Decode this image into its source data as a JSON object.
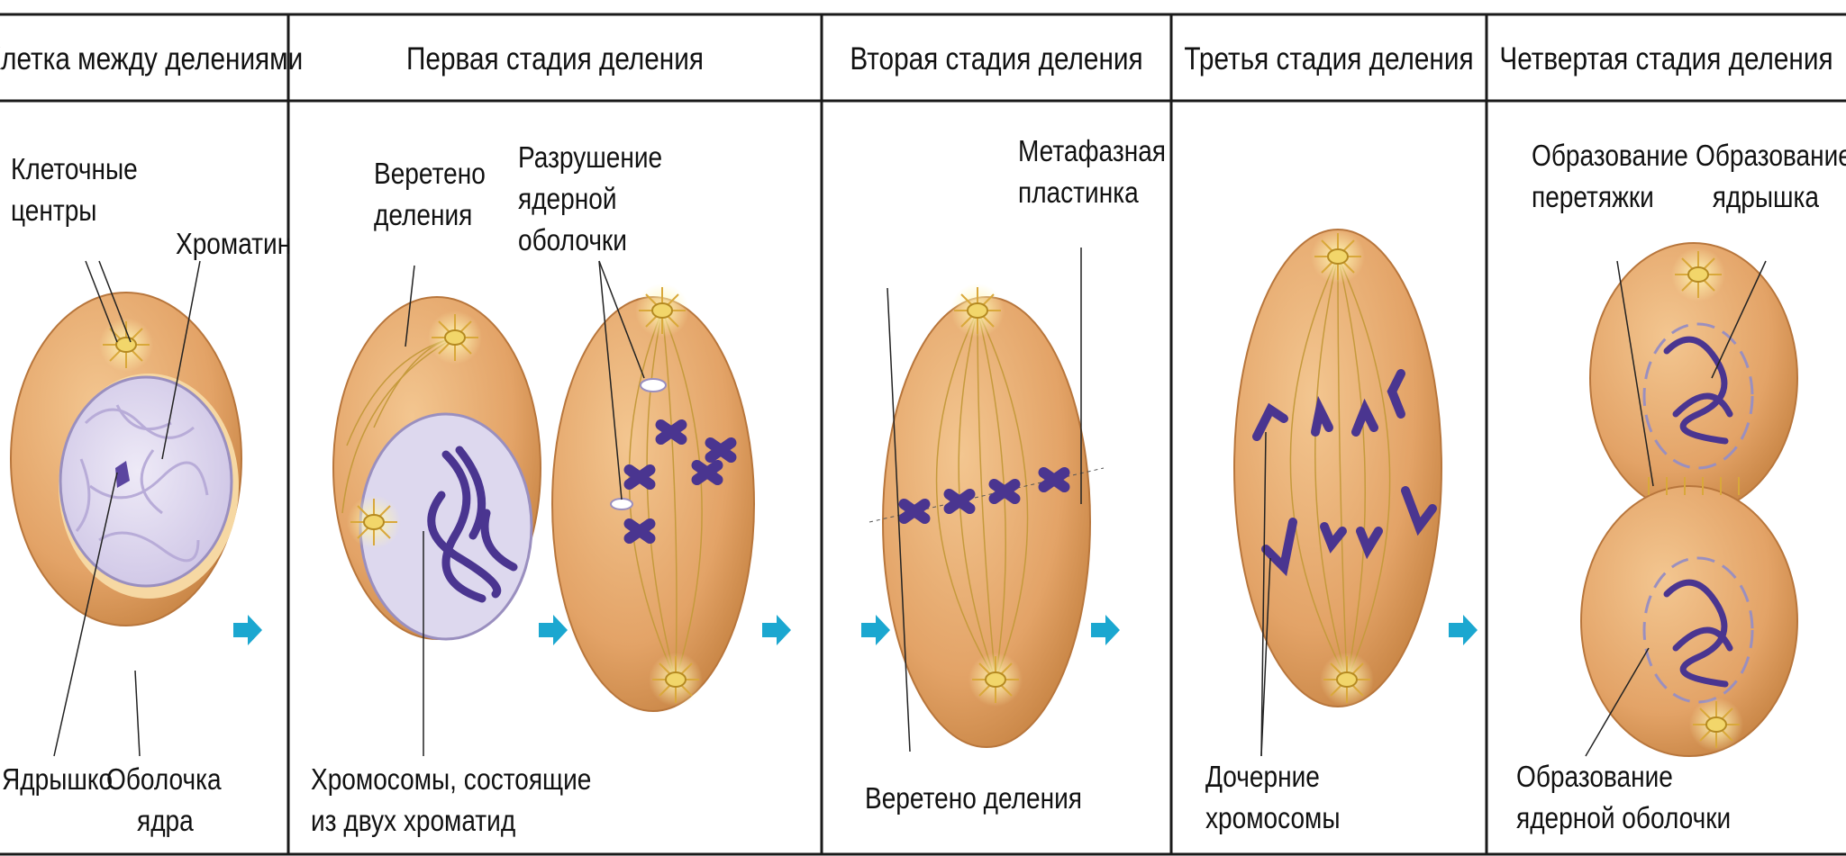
{
  "headers": {
    "interphase": "Клетка между делениями",
    "stage1": "Первая стадия деления",
    "stage2": "Вторая стадия деления",
    "stage3": "Третья стадия деления",
    "stage4": "Четвертая стадия деления"
  },
  "labels": {
    "centrosomes_1": "Клеточные",
    "centrosomes_2": "центры",
    "chromatin": "Хроматин",
    "nucleolus": "Ядрышко",
    "envelope_1": "Оболочка",
    "envelope_2": "ядра",
    "spindle1_1": "Веретено",
    "spindle1_2": "деления",
    "breakdown_1": "Разрушение",
    "breakdown_2": "ядерной",
    "breakdown_3": "оболочки",
    "chromosomes_1": "Хромосомы, состоящие",
    "chromosomes_2": "из двух хроматид",
    "metaphase_1": "Метафазная",
    "metaphase_2": "пластинка",
    "spindle2": "Веретено деления",
    "daughter_1": "Дочерние",
    "daughter_2": "хромосомы",
    "furrow_1": "Образование",
    "furrow_2": "перетяжки",
    "nucleolus_form_1": "Образование",
    "nucleolus_form_2": "ядрышка",
    "envelope_form_1": "Образование",
    "envelope_form_2": "ядерной оболочки"
  },
  "colors": {
    "cell": "#e5a96e",
    "cell_edge": "#b8763c",
    "cell_highlight": "#f6d8a3",
    "nucleus": "#ddd8ee",
    "chromosome": "#4a3590",
    "arrow": "#1ba7d0",
    "rule": "#1a1a1a"
  }
}
